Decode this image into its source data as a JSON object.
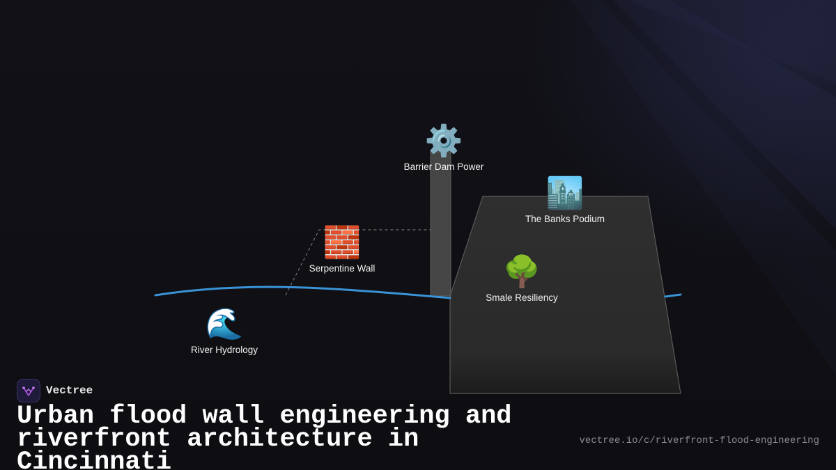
{
  "brand": {
    "name": "Vectree",
    "logo_icon": "vectree-tree-icon",
    "accent": "#a24bd8"
  },
  "title": "Urban flood wall engineering and riverfront architecture in Cincinnati",
  "url": "vectree.io/c/riverfront-flood-engineering",
  "colors": {
    "river": "#3a93d6",
    "wall_fill": "#454545",
    "platform_fill": "#2e2e2e",
    "dashed": "#8a8a8a"
  },
  "nodes": [
    {
      "id": "barrier-dam-power",
      "label": "Barrier Dam Power",
      "icon": "gear-icon",
      "glyph": "⚙️"
    },
    {
      "id": "the-banks-podium",
      "label": "The Banks Podium",
      "icon": "cityscape-icon",
      "glyph": "🏙️"
    },
    {
      "id": "serpentine-wall",
      "label": "Serpentine Wall",
      "icon": "brick-icon",
      "glyph": "🧱"
    },
    {
      "id": "smale-resiliency",
      "label": "Smale Resiliency",
      "icon": "tree-icon",
      "glyph": "🌳"
    },
    {
      "id": "river-hydrology",
      "label": "River Hydrology",
      "icon": "wave-icon",
      "glyph": "🌊"
    }
  ]
}
